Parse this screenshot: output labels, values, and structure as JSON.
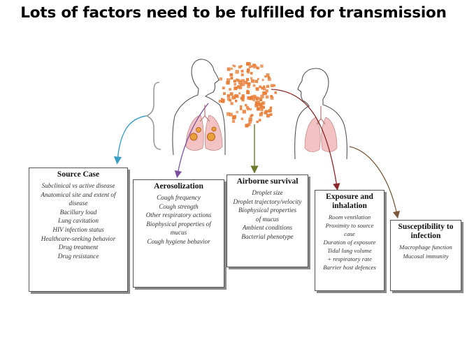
{
  "title": "Lots of factors need to be fulfilled for transmission",
  "colors": {
    "source_arrow": "#3a9fc4",
    "aerosolization_arrow": "#7a4fa0",
    "airborne_arrow": "#6b7a2a",
    "exposure_arrow": "#8b2a2a",
    "susceptibility_arrow": "#7a5a3a",
    "droplets": "#e8803a",
    "lungs": "#f3c3c3"
  },
  "boxes": {
    "source": {
      "heading": "Source Case",
      "items": [
        "Subclinical vs active disease",
        "Anatomical site and extent of",
        "disease",
        "Bacillary load",
        "Lung cavitation",
        "HIV infection status",
        "Healthcare-seeking behavior",
        "Drug treatment",
        "Drug resistance"
      ]
    },
    "aerosolization": {
      "heading": "Aerosolization",
      "items": [
        "Cough frequency",
        "Cough strength",
        "Other respiratory actions",
        "Biophysical properties of",
        "mucus",
        "Cough hygiene behavior"
      ]
    },
    "airborne": {
      "heading": "Airborne survival",
      "items": [
        "Droplet size",
        "Droplet trajectory/velocity",
        "Biophysical properties",
        "of mucus",
        "Ambient conditions",
        "Bacterial phenotype"
      ]
    },
    "exposure": {
      "heading_line1": "Exposure and",
      "heading_line2": "inhalation",
      "items": [
        "Room ventilation",
        "Proximity to source",
        "case",
        "Duration of exposure",
        "Tidal lung volume",
        "+ respiratory rate",
        "Barrier host defences"
      ]
    },
    "susceptibility": {
      "heading_line1": "Susceptibility to",
      "heading_line2": "infection",
      "items": [
        "Macrophage function",
        "Mucosal immunity"
      ]
    }
  }
}
